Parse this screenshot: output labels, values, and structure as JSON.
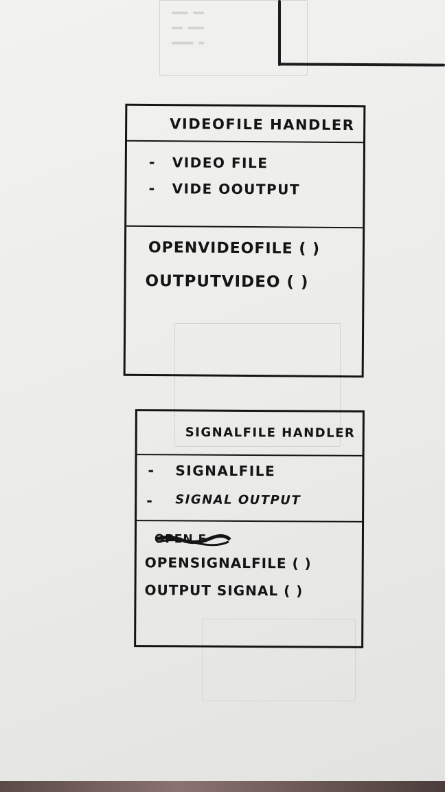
{
  "boxes": [
    {
      "name": "VideoFile Handler",
      "attributes": [
        {
          "marker": "-",
          "text": "VIDEO FILE"
        },
        {
          "marker": "-",
          "text": "VIDE oOUTPUT"
        }
      ],
      "methods": [
        "OPENVIDEOFILE ( )",
        "OUTPUTVIDEO ( )"
      ]
    },
    {
      "name": "SIGNALFILE HANDLER",
      "attributes": [
        {
          "marker": "-",
          "text": "SIGNALFILE"
        },
        {
          "marker": "-",
          "text": "SIGNAL OUTPUT"
        }
      ],
      "methods": [
        "OPENSIGNALFILE ( )",
        "OUTPUT SIGNAL ( )"
      ],
      "struck_out_text": "OPEN F"
    }
  ]
}
